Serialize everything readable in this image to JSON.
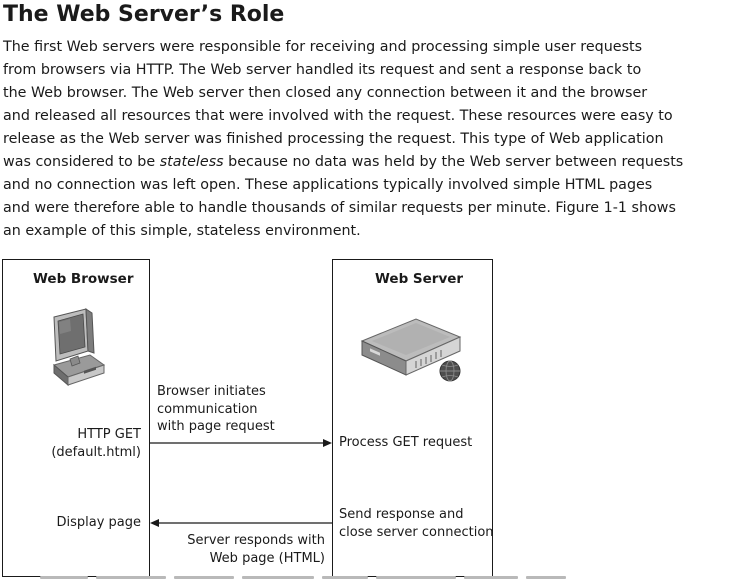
{
  "section": {
    "heading": "The Web Server’s Role",
    "paragraph": {
      "line1": "The first Web servers were responsible for receiving and processing simple user requests",
      "line2": "from browsers via HTTP. The Web server handled its request and sent a response back to",
      "line3": "the Web browser. The Web server then closed any connection between it and the browser",
      "line4": "and released all resources that were involved with the request. These resources were easy to",
      "line5": "release as the Web server was finished processing the request. This type of Web application",
      "line6_before": "was considered to be ",
      "line6_em": "stateless",
      "line6_after": " because no data was held by the Web server between requests",
      "line7": "and no connection was left open. These applications typically involved simple HTML pages",
      "line8": "and were therefore able to handle thousands of similar requests per minute. Figure 1-1 shows",
      "line9": "an example of this simple, stateless environment."
    }
  },
  "figure": {
    "browser_box": {
      "title": "Web Browser",
      "icon": "desktop-computer-icon",
      "http_get_line1": "HTTP GET",
      "http_get_line2": "(default.html)",
      "display_page": "Display page"
    },
    "server_box": {
      "title": "Web Server",
      "icon": "server-appliance-icon",
      "process_get": "Process GET request",
      "send_response_line1": "Send response and",
      "send_response_line2": "close server connection"
    },
    "request_arrow": {
      "line1": "Browser initiates",
      "line2": "communication",
      "line3": "with page request"
    },
    "response_arrow": {
      "line1": "Server responds with",
      "line2": "Web page (HTML)"
    }
  }
}
